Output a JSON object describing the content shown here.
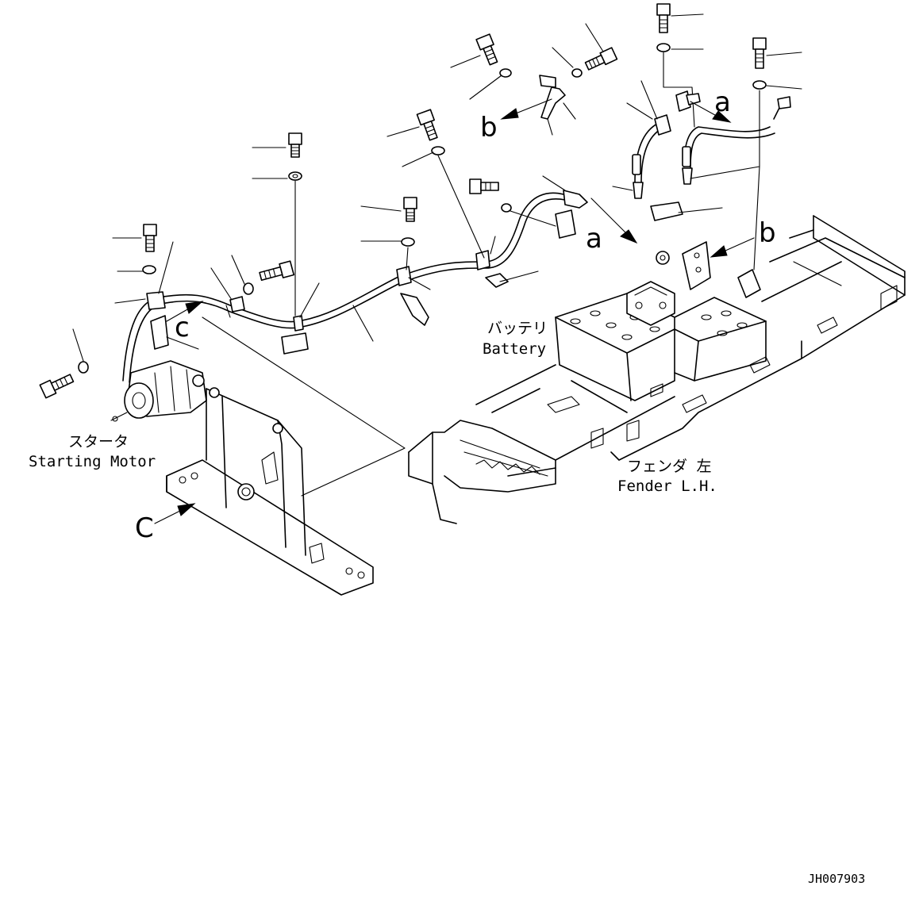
{
  "labels": {
    "battery_jp": "バッテリ",
    "battery_en": "Battery",
    "starter_jp": "スタータ",
    "starter_en": "Starting Motor",
    "fender_jp": "フェンダ 左",
    "fender_en": "Fender L.H.",
    "drawing_no": "JH007903"
  },
  "markers": {
    "a": "a",
    "b": "b",
    "c": "c",
    "c_cap": "C"
  }
}
